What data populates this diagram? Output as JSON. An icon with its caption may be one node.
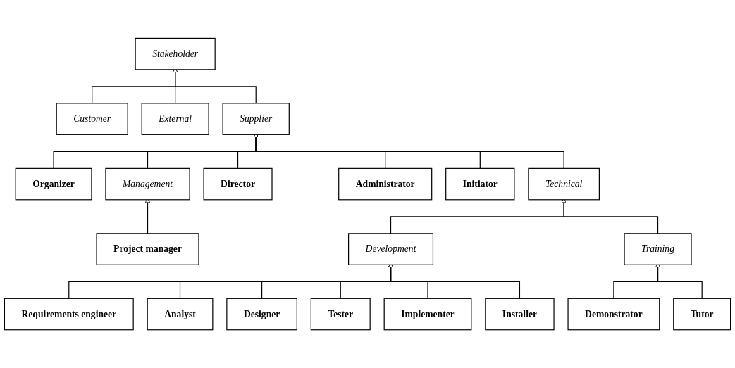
{
  "diagram": {
    "nodes": [
      {
        "text": [
          "Stakeholder"
        ]
      },
      {
        "text": [
          "Customer"
        ]
      },
      {
        "text": [
          "External"
        ]
      },
      {
        "text": [
          "Supplier"
        ]
      },
      {
        "text": [
          "Administrator"
        ]
      },
      {
        "text": [
          "Initiator"
        ]
      },
      {
        "text": [
          "Technical"
        ]
      },
      {
        "text": [
          "Organizer"
        ]
      },
      {
        "text": [
          "Director"
        ]
      },
      {
        "text": [
          "Management"
        ]
      },
      {
        "text": [
          "Development"
        ]
      },
      {
        "text": [
          "Training"
        ]
      },
      {
        "text": [
          "Project manager"
        ]
      },
      {
        "text": [
          "Requirements engineer"
        ]
      },
      {
        "text": [
          "Designer"
        ]
      },
      {
        "text": [
          "Implementer"
        ]
      },
      {
        "text": [
          "Demonstrator"
        ]
      },
      {
        "text": [
          "Tutor"
        ]
      },
      {
        "text": [
          "Analyst"
        ]
      },
      {
        "text": [
          "Tester"
        ]
      },
      {
        "text": [
          "Installer"
        ]
      }
    ],
    "edges": [
      {
        "from": 1,
        "to": 0,
        "arrow": "to"
      },
      {
        "from": 2,
        "to": 0,
        "arrow": "to"
      },
      {
        "from": 3,
        "to": 0,
        "arrow": "to"
      },
      {
        "from": 7,
        "to": 3,
        "arrow": "to"
      },
      {
        "from": 9,
        "to": 3,
        "arrow": "to"
      },
      {
        "from": 8,
        "to": 3,
        "arrow": "to"
      },
      {
        "from": 4,
        "to": 3,
        "arrow": "to"
      },
      {
        "from": 5,
        "to": 3,
        "arrow": "to"
      },
      {
        "from": 6,
        "to": 3,
        "arrow": "to"
      },
      {
        "from": 10,
        "to": 6,
        "arrow": "to"
      },
      {
        "from": 11,
        "to": 6,
        "arrow": "to"
      },
      {
        "from": 12,
        "to": 9,
        "arrow": "to"
      },
      {
        "from": 13,
        "to": 10,
        "arrow": "to"
      },
      {
        "from": 18,
        "to": 10,
        "arrow": "to"
      },
      {
        "from": 14,
        "to": 10,
        "arrow": "to"
      },
      {
        "from": 19,
        "to": 10,
        "arrow": "to"
      },
      {
        "from": 15,
        "to": 10,
        "arrow": "to"
      },
      {
        "from": 20,
        "to": 10,
        "arrow": "to"
      },
      {
        "from": 16,
        "to": 11,
        "arrow": "to"
      },
      {
        "from": 17,
        "to": 11,
        "arrow": "to"
      }
    ]
  }
}
